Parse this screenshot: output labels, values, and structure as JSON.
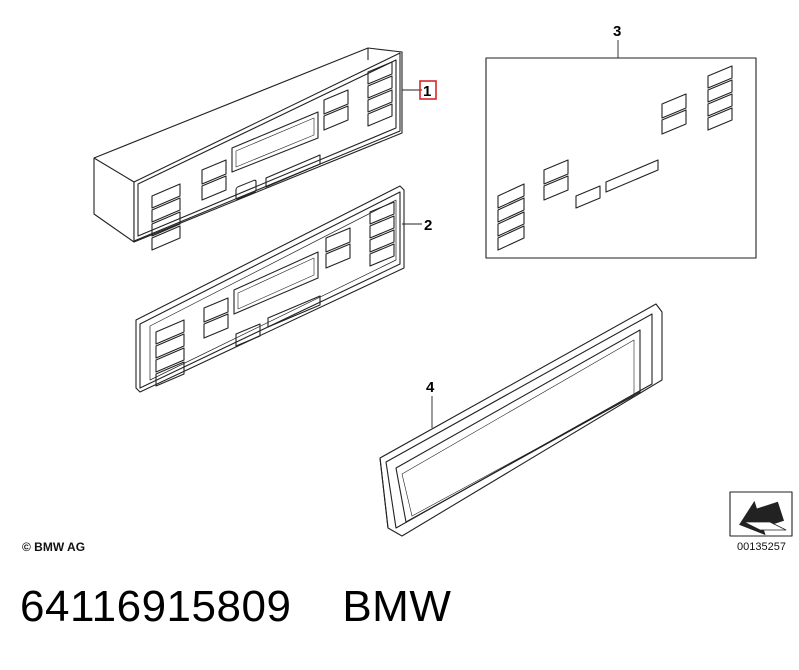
{
  "callouts": [
    "1",
    "2",
    "3",
    "4"
  ],
  "copyright": "© BMW AG",
  "document_number": "00135257",
  "part_number": "64116915809",
  "brand": "BMW",
  "accent_color": "#d9262c"
}
